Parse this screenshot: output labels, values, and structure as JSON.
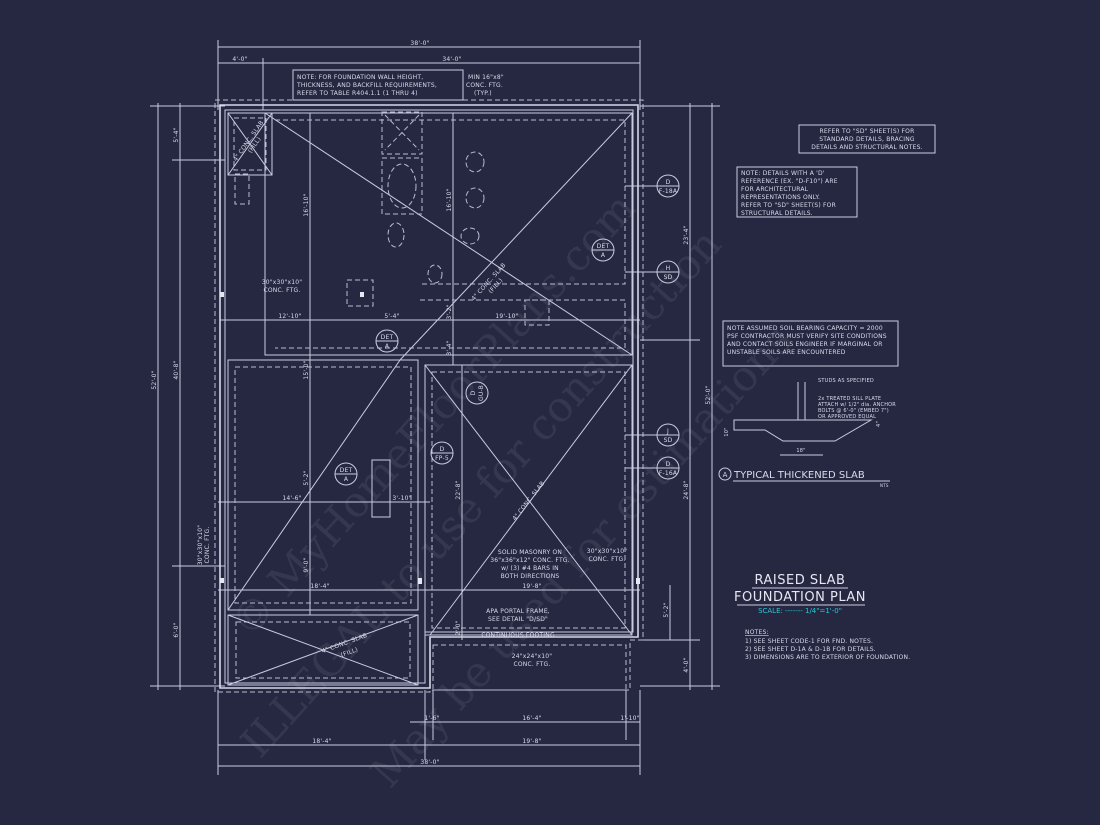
{
  "colors": {
    "background": "#252840",
    "linework": "#c9cce0",
    "scale_text": "#27c8d8"
  },
  "dimensions": {
    "top_overall": "38'-0\"",
    "top_left": "4'-0\"",
    "top_right": "34'-0\"",
    "left_overall": "52'-0\"",
    "left_mid": "40'-8\"",
    "left_top": "5'-4\"",
    "left_bottom": "6'-0\"",
    "right_top": "23'-4\"",
    "right_overall": "52'-0\"",
    "right_mid": "24'-8\"",
    "right_bottom": "4'-0\"",
    "right_step": "5'-2\"",
    "interior": [
      "16'-10\"",
      "16'-10\"",
      "12'-10\"",
      "5'-4\"",
      "19'-10\"",
      "3'-2\"",
      "3'-4\"",
      "15'-0\"",
      "5'-2\"",
      "14'-6\"",
      "3'-10\"",
      "9'-0\"",
      "18'-4\"",
      "19'-8\"",
      "22'-8\"",
      "2'-0\""
    ],
    "bottom": [
      "1'-6\"",
      "16'-4\"",
      "1'-10\"",
      "18'-4\"",
      "19'-8\"",
      "38'-0\""
    ]
  },
  "notes": {
    "wall_note": [
      "NOTE: FOR FOUNDATION WALL HEIGHT,",
      "THICKNESS, AND BACKFILL REQUIREMENTS,",
      "REFER TO TABLE R404.1.1 (1 THRU 4)"
    ],
    "min_ftg": [
      "MIN 16\"x8\"",
      "CONC. FTG.",
      "(TYP.)"
    ],
    "ftg_30": [
      "30\"x30\"x10\"",
      "CONC. FTG."
    ],
    "slab_fill": [
      "4\" CONC. SLAB",
      "(FILL)"
    ],
    "slab": "4\" CONC. SLAB",
    "masonry": [
      "SOLID MASONRY ON",
      "36\"x36\"x12\" CONC. FTG.",
      "w/ (3) #4 BARS IN",
      "BOTH DIRECTIONS"
    ],
    "portal": [
      "APA PORTAL FRAME,",
      "SEE DETAIL \"D/SD\""
    ],
    "continuous": "CONTINUOUS FOOTING",
    "ftg_24": [
      "24\"x24\"x10\"",
      "CONC. FTG."
    ],
    "sd_note": [
      "REFER TO \"SD\" SHEET(S) FOR",
      "STANDARD DETAILS, BRACING",
      "DETAILS AND STRUCTURAL NOTES."
    ],
    "d_note": [
      "NOTE: DETAILS WITH A 'D'",
      "REFERENCE (EX. \"D-F10\") ARE",
      "FOR ARCHITECTURAL",
      "REPRESENTATIONS ONLY.",
      "REFER TO \"SD\" SHEET(S) FOR",
      "STRUCTURAL DETAILS."
    ],
    "soil_note": [
      "NOTE ASSUMED SOIL BEARING CAPACITY = 2000",
      "PSF CONTRACTOR MUST VERIFY SITE CONDITIONS",
      "AND CONTACT SOILS ENGINEER IF MARGINAL OR",
      "UNSTABLE SOILS ARE ENCOUNTERED"
    ]
  },
  "callouts": [
    {
      "top": "DET",
      "bottom": "A"
    },
    {
      "top": "DET",
      "bottom": "A"
    },
    {
      "top": "DET",
      "bottom": "A"
    },
    {
      "top": "D",
      "bottom": "F-18A"
    },
    {
      "top": "H",
      "bottom": "SD"
    },
    {
      "top": "D",
      "bottom": "GU-B"
    },
    {
      "top": "D",
      "bottom": "FP-5"
    },
    {
      "top": "J",
      "bottom": "SD"
    },
    {
      "top": "D",
      "bottom": "F-16A"
    }
  ],
  "detail": {
    "studs": "STUDS AS SPECIFIED",
    "sill": [
      "2x TREATED SILL PLATE",
      "ATTACH w/ 1/2\" dia. ANCHOR",
      "BOLTS @ 6'-0\" (EMBED 7\")",
      "OR APPROVED EQUAL"
    ],
    "dim_width": "18\"",
    "dim_depth": "10\"",
    "dim_slab": "4\"",
    "marker": "A",
    "title": "TYPICAL THICKENED SLAB",
    "nts": "NTS"
  },
  "title_block": {
    "line1": "RAISED SLAB",
    "line2": "FOUNDATION PLAN",
    "scale": "SCALE: ------- 1/4\"=1'-0\"",
    "notes_heading": "NOTES:",
    "notes": [
      "1)  SEE SHEET CODE-1 FOR FND. NOTES.",
      "2)  SEE SHEET D-1A & D-1B FOR DETAILS.",
      "3)  DIMENSIONS ARE TO EXTERIOR OF FOUNDATION."
    ]
  },
  "watermark": [
    "© MyHomeFloorPlans.com",
    "ILLEGAL to use for construction",
    "May be used for estimations"
  ]
}
